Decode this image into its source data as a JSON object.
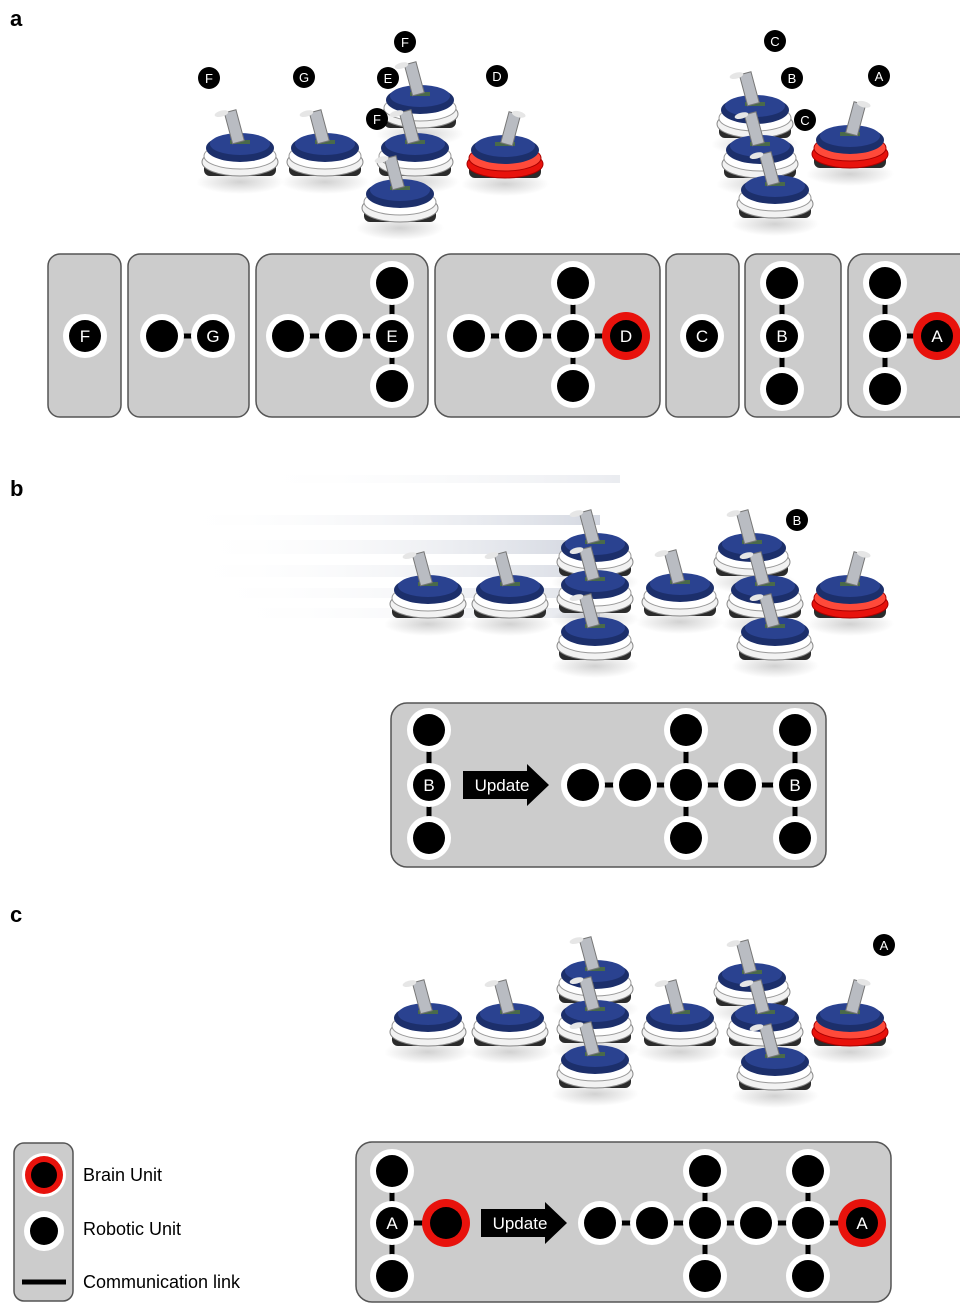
{
  "panels": {
    "a": {
      "letter": "a"
    },
    "b": {
      "letter": "b",
      "update_label": "Update"
    },
    "c": {
      "letter": "c",
      "update_label": "Update"
    }
  },
  "robot_tags_a": [
    "F",
    "G",
    "E",
    "F",
    "F",
    "D",
    "C",
    "B",
    "C",
    "A"
  ],
  "robot_tags_b": [
    "B"
  ],
  "robot_tags_c": [
    "A"
  ],
  "node_labels": {
    "a_box1": "F",
    "a_box2": "G",
    "a_box3": "E",
    "a_box4": "D",
    "a_box5": "C",
    "a_box6": "B",
    "a_box7": "A",
    "b_left": "B",
    "b_right": "B",
    "c_left": "A",
    "c_right": "A"
  },
  "legend": {
    "brain": "Brain Unit",
    "robot": "Robotic Unit",
    "link": "Communication link"
  },
  "colors": {
    "brain_ring": "#e8120c",
    "panel_bg": "#cccccc",
    "robot_blue": "#1c2f6b"
  }
}
